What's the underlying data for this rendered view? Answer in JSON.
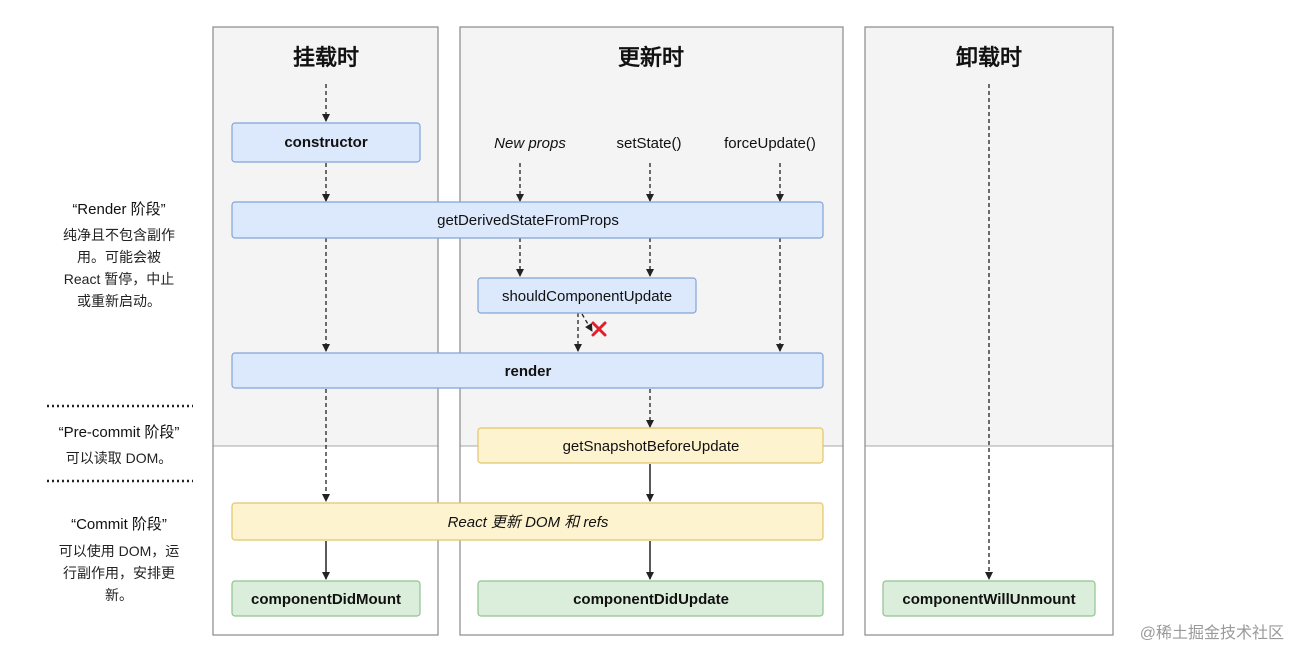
{
  "columns": {
    "mount": "挂载时",
    "update": "更新时",
    "unmount": "卸载时"
  },
  "triggers": {
    "new_props": "New props",
    "set_state": "setState()",
    "force_update": "forceUpdate()"
  },
  "methods": {
    "constructor": "constructor",
    "get_derived_state": "getDerivedStateFromProps",
    "should_update": "shouldComponentUpdate",
    "render": "render",
    "get_snapshot": "getSnapshotBeforeUpdate",
    "react_update_dom": "React 更新 DOM 和 refs",
    "did_mount": "componentDidMount",
    "did_update": "componentDidUpdate",
    "will_unmount": "componentWillUnmount"
  },
  "phases": {
    "render": {
      "title": "“Render 阶段”",
      "lines": [
        "纯净且不包含副作",
        "用。可能会被",
        "React 暂停，中止",
        "或重新启动。"
      ]
    },
    "precommit": {
      "title": "“Pre-commit 阶段”",
      "lines": [
        "可以读取 DOM。"
      ]
    },
    "commit": {
      "title": "“Commit 阶段”",
      "lines": [
        "可以使用 DOM，运",
        "行副作用，安排更",
        "新。"
      ]
    }
  },
  "watermark": "@稀土掘金技术社区"
}
